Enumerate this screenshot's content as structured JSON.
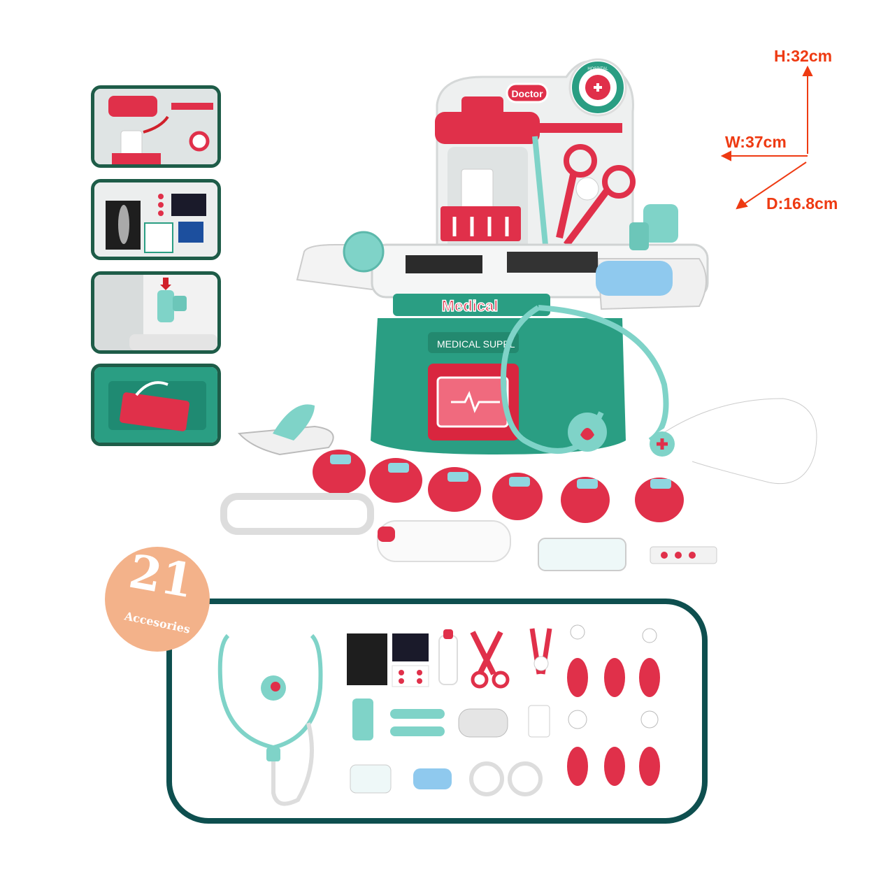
{
  "dimensions": {
    "height": "H:32cm",
    "width": "W:37cm",
    "depth": "D:16.8cm"
  },
  "badge": {
    "count": "21",
    "label": "Accesories"
  },
  "toy": {
    "brand_sign": "Doctor",
    "hospital_sign": "HOSPITAL",
    "counter_sign": "Medical",
    "base_label": "MEDICAL SUPPL"
  },
  "colors": {
    "accent_red": "#e0304a",
    "teal": "#2a9e83",
    "light_teal": "#7fd3c8",
    "frame": "#0e4f4f",
    "badge": "#f3b28a",
    "dimension": "#ee3a12"
  }
}
